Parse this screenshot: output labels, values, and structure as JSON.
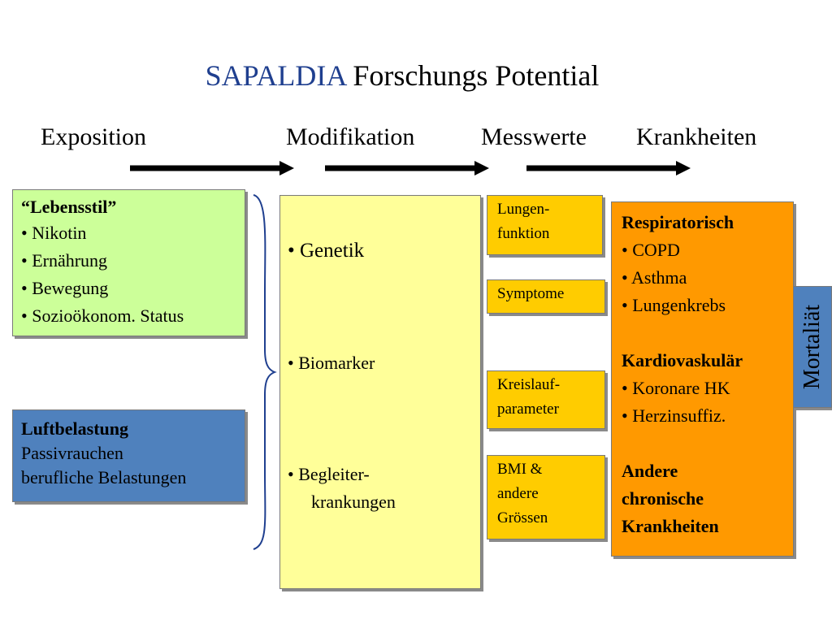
{
  "title": {
    "accent": "SAPALDIA",
    "rest": " Forschungs Potential"
  },
  "stages": [
    "Exposition",
    "Modifikation",
    "Messwerte",
    "Krankheiten"
  ],
  "lifestyle": {
    "heading": "“Lebensstil”",
    "items": [
      "• Nikotin",
      "• Ernährung",
      "• Bewegung",
      "• Sozioökonom. Status"
    ]
  },
  "air": {
    "heading": "Luftbelastung",
    "items": [
      "Passivrauchen",
      "berufliche Belastungen"
    ]
  },
  "modification": {
    "items": [
      "• Genetik",
      "• Biomarker",
      "• Begleiter-",
      "krankungen"
    ]
  },
  "measures": [
    {
      "lines": [
        "Lungen-",
        "funktion"
      ]
    },
    {
      "lines": [
        "Symptome"
      ]
    },
    {
      "lines": [
        "Kreislauf-",
        "parameter"
      ]
    },
    {
      "lines": [
        "BMI &",
        "andere",
        "Grössen"
      ]
    }
  ],
  "diseases": {
    "resp_heading": "Respiratorisch",
    "resp_items": [
      "• COPD",
      "• Asthma",
      "• Lungenkrebs"
    ],
    "cardio_heading": "Kardiovaskulär",
    "cardio_items": [
      "• Koronare HK",
      "• Herzinsuffiz."
    ],
    "other_heading_1": "Andere",
    "other_heading_2": "chronische",
    "other_heading_3": "Krankheiten"
  },
  "mortality": "Mortaliät",
  "colors": {
    "lifestyle": "#ccff99",
    "air": "#4f81bd",
    "modification": "#ffff99",
    "measures": "#ffcc00",
    "diseases": "#ff9900",
    "title_accent": "#1f3f8f"
  }
}
